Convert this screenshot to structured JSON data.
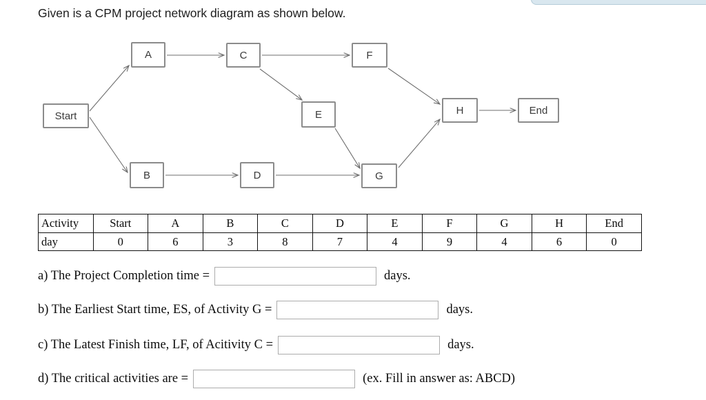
{
  "page": {
    "title": "Given is a CPM project network diagram as shown below."
  },
  "colors": {
    "top_bar_fill": "#d9e7ef",
    "top_bar_border": "#b4cbd8",
    "node_border": "#8b8b8b",
    "edge_stroke": "#6d6d6d",
    "table_border": "#111111",
    "input_border": "#acacac"
  },
  "diagram": {
    "nodes": {
      "start": {
        "label": "Start"
      },
      "a": {
        "label": "A"
      },
      "b": {
        "label": "B"
      },
      "c": {
        "label": "C"
      },
      "d": {
        "label": "D"
      },
      "e": {
        "label": "E"
      },
      "f": {
        "label": "F"
      },
      "g": {
        "label": "G"
      },
      "h": {
        "label": "H"
      },
      "end": {
        "label": "End"
      }
    },
    "edges": [
      {
        "from": "Start",
        "to": "A"
      },
      {
        "from": "Start",
        "to": "B"
      },
      {
        "from": "A",
        "to": "C"
      },
      {
        "from": "C",
        "to": "F"
      },
      {
        "from": "C",
        "to": "E"
      },
      {
        "from": "B",
        "to": "D"
      },
      {
        "from": "D",
        "to": "G"
      },
      {
        "from": "E",
        "to": "G"
      },
      {
        "from": "F",
        "to": "H"
      },
      {
        "from": "G",
        "to": "H"
      },
      {
        "from": "H",
        "to": "End"
      }
    ]
  },
  "table": {
    "header_row": [
      "Activity",
      "Start",
      "A",
      "B",
      "C",
      "D",
      "E",
      "F",
      "G",
      "H",
      "End"
    ],
    "day_row": [
      "day",
      "0",
      "6",
      "3",
      "8",
      "7",
      "4",
      "9",
      "4",
      "6",
      "0"
    ]
  },
  "questions": [
    {
      "label": "a) The Project Completion time =",
      "suffix": "days.",
      "input_value": ""
    },
    {
      "label": "b) The Earliest Start time, ES, of Activity G =",
      "suffix": "days.",
      "input_value": ""
    },
    {
      "label": "c) The Latest Finish time, LF, of Acitivity C =",
      "suffix": "days.",
      "input_value": ""
    },
    {
      "label": "d) The critical activities are =",
      "suffix": "(ex. Fill in answer as: ABCD)",
      "input_value": ""
    }
  ]
}
